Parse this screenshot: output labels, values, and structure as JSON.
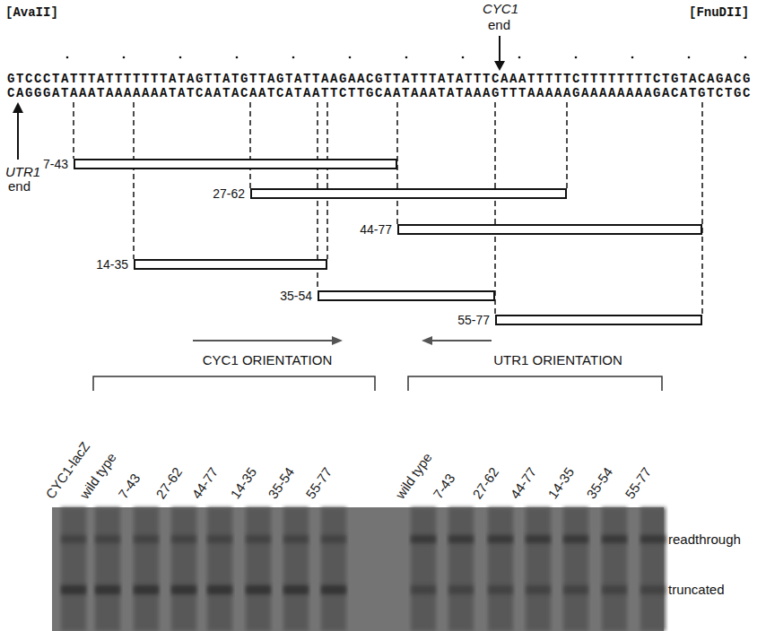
{
  "diagram": {
    "nodes": [
      {
        "text": [
          "7-43"
        ]
      },
      {
        "text": [
          "27-62"
        ]
      },
      {
        "text": [
          "44-77"
        ]
      },
      {
        "text": [
          "14-35"
        ]
      },
      {
        "text": [
          "35-54"
        ]
      },
      {
        "text": [
          "55-77"
        ]
      }
    ],
    "labels": [
      "[AvaII]",
      "[FnuDII]",
      "CYC1",
      "end",
      "GTCCCTATTTATTTTTTTATAGTTATGTTAGTATTAAGAACGTTATTTATATTTCAAATTTTTCTTTTTTTTCTGTACAGACG",
      "CAGGGATAAATAAAAAAATATCAATACAATCATAATTCTTGCAATAAATATAAAGTTTAAAAAGAAAAAAAAGACATGTCTGC",
      "UTR1",
      "end",
      "CYC1 ORIENTATION",
      "UTR1 ORIENTATION",
      "CYC1-lacZ",
      "wild type",
      "7-43",
      "27-62",
      "44-77",
      "14-35",
      "35-54",
      "55-77",
      "wild type",
      "7-43",
      "27-62",
      "44-77",
      "14-35",
      "35-54",
      "55-77",
      "readthrough",
      "truncated"
    ]
  }
}
